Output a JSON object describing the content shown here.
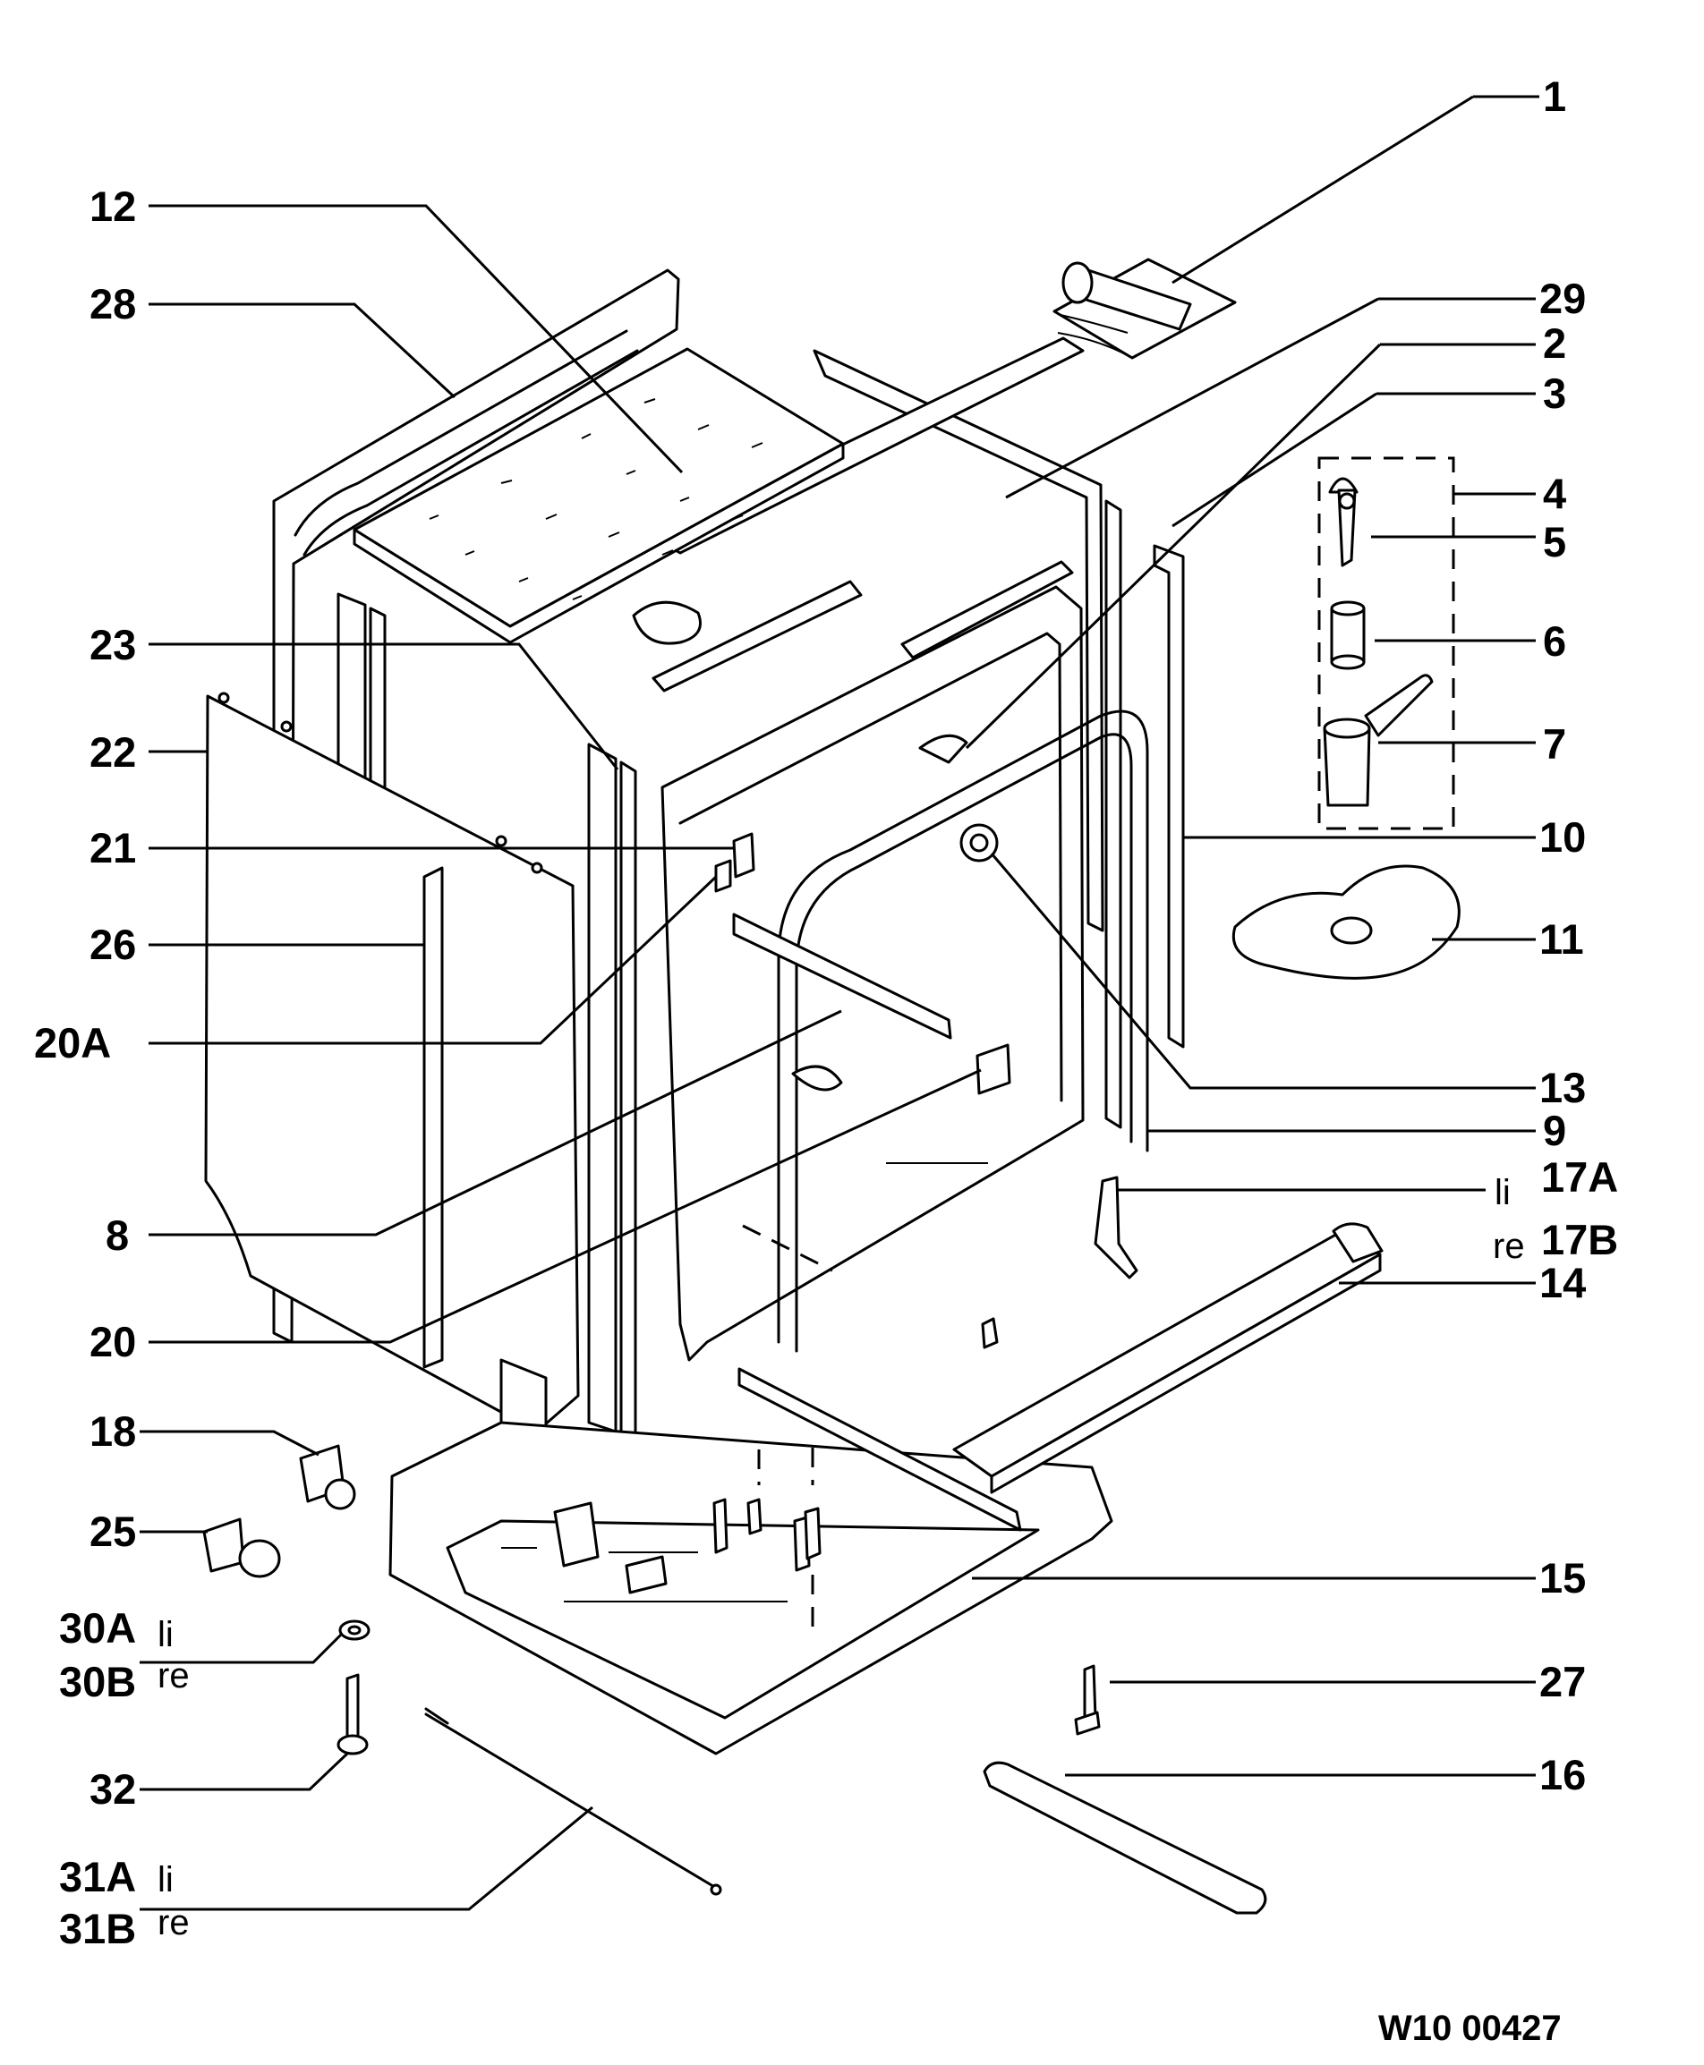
{
  "drawing_code": "W10 00427",
  "side_left": "li",
  "side_right": "re",
  "callouts": {
    "c1": "1",
    "c2": "2",
    "c3": "3",
    "c4": "4",
    "c5": "5",
    "c6": "6",
    "c7": "7",
    "c8": "8",
    "c9": "9",
    "c10": "10",
    "c11": "11",
    "c12": "12",
    "c13": "13",
    "c14": "14",
    "c15": "15",
    "c16": "16",
    "c17A": "17A",
    "c17B": "17B",
    "c18": "18",
    "c20": "20",
    "c20A": "20A",
    "c21": "21",
    "c22": "22",
    "c23": "23",
    "c25": "25",
    "c26": "26",
    "c27": "27",
    "c28": "28",
    "c29": "29",
    "c30A": "30A",
    "c30B": "30B",
    "c31A": "31A",
    "c31B": "31B",
    "c32": "32"
  },
  "icons": [
    "bitumen-pad-icon",
    "cabinet-frame-icon",
    "insulation-mat-icon",
    "side-panel-icon",
    "base-tray-icon",
    "filter-set-icon",
    "sump-filter-icon",
    "foot-screw-icon",
    "rear-foot-icon",
    "strip-icon",
    "rod-icon"
  ]
}
